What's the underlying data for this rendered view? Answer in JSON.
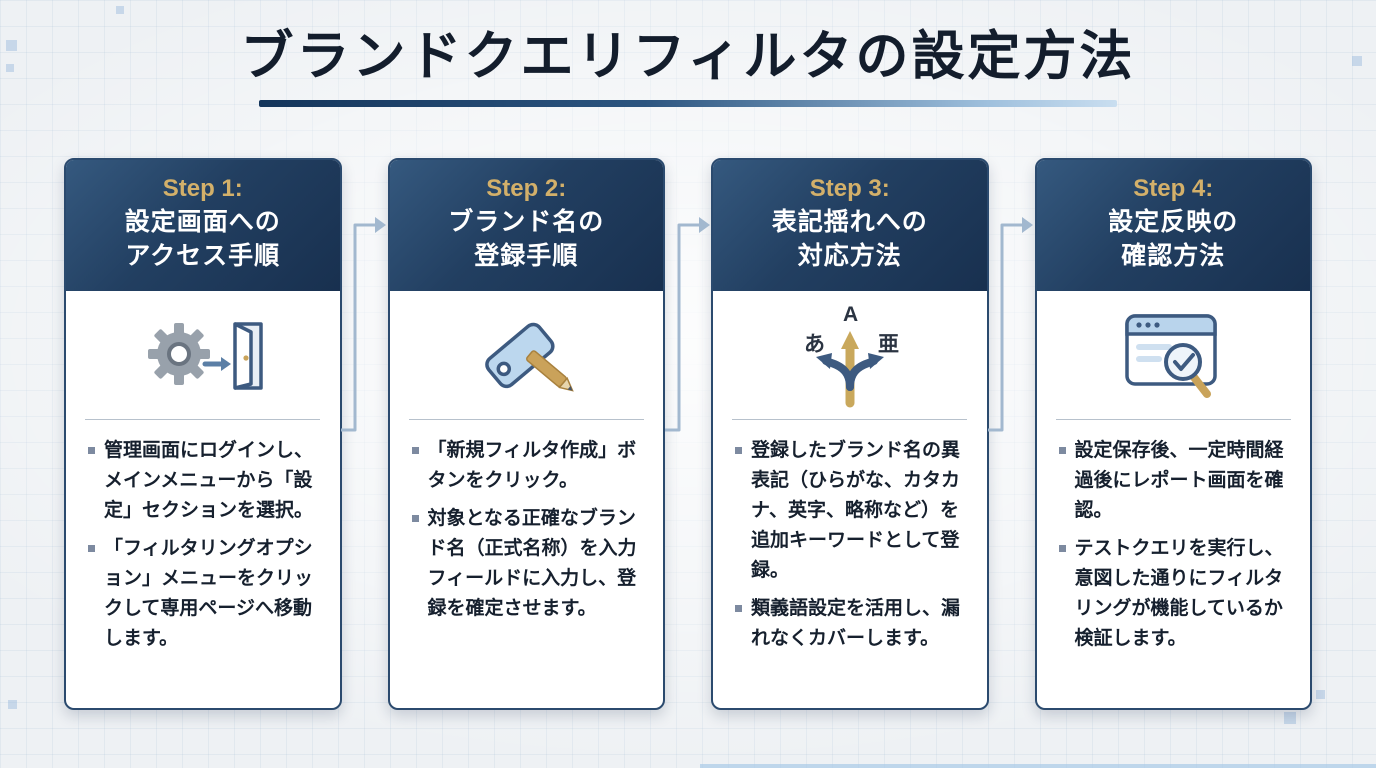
{
  "page": {
    "title": "ブランドクエリフィルタの設定方法"
  },
  "colors": {
    "header_navy": "#1E3A5C",
    "step_label_gold": "#D3B06A",
    "connector_blue": "#A2B8CF",
    "underline_dark": "#14355B",
    "underline_light": "#C9DEF0",
    "bullet_square": "#7D8AA0"
  },
  "steps": [
    {
      "label": "Step 1:",
      "title_lines": [
        "設定画面への",
        "アクセス手順"
      ],
      "icon": "gear-door-icon",
      "bullets": [
        "管理画面にログインし、メインメニューから「設定」セクションを選択。",
        "「フィルタリングオプション」メニューをクリックして専用ページへ移動します。"
      ]
    },
    {
      "label": "Step 2:",
      "title_lines": [
        "ブランド名の",
        "登録手順"
      ],
      "icon": "tag-pencil-icon",
      "bullets": [
        "「新規フィルタ作成」ボタンをクリック。",
        "対象となる正確なブランド名（正式名称）を入力フィールドに入力し、登録を確定させます。"
      ]
    },
    {
      "label": "Step 3:",
      "title_lines": [
        "表記揺れへの",
        "対応方法"
      ],
      "icon": "branching-arrows-icon",
      "icon_labels": [
        "あ",
        "A",
        "亜"
      ],
      "bullets": [
        "登録したブランド名の異表記（ひらがな、カタカナ、英字、略称など）を追加キーワードとして登録。",
        "類義語設定を活用し、漏れなくカバーします。"
      ]
    },
    {
      "label": "Step 4:",
      "title_lines": [
        "設定反映の",
        "確認方法"
      ],
      "icon": "report-check-icon",
      "bullets": [
        "設定保存後、一定時間経過後にレポート画面を確認。",
        "テストクエリを実行し、意図した通りにフィルタリングが機能しているか検証します。"
      ]
    }
  ]
}
